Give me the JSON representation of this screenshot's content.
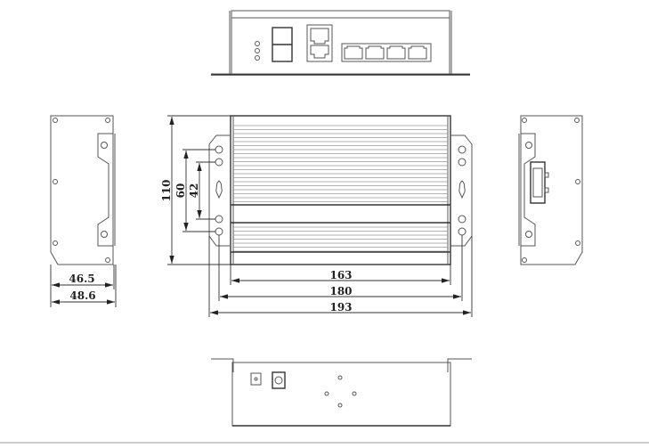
{
  "drawing": {
    "title": "Device dimension drawing",
    "dimensions": {
      "height_total": "110",
      "hole_spacing_outer": "60",
      "hole_spacing_inner": "42",
      "body_width": "163",
      "hole_span": "180",
      "total_width": "193",
      "side_depth": "46.5",
      "side_depth_total": "48.6"
    },
    "units": "mm",
    "line_color": "#555555",
    "dimension_color": "#222222"
  }
}
